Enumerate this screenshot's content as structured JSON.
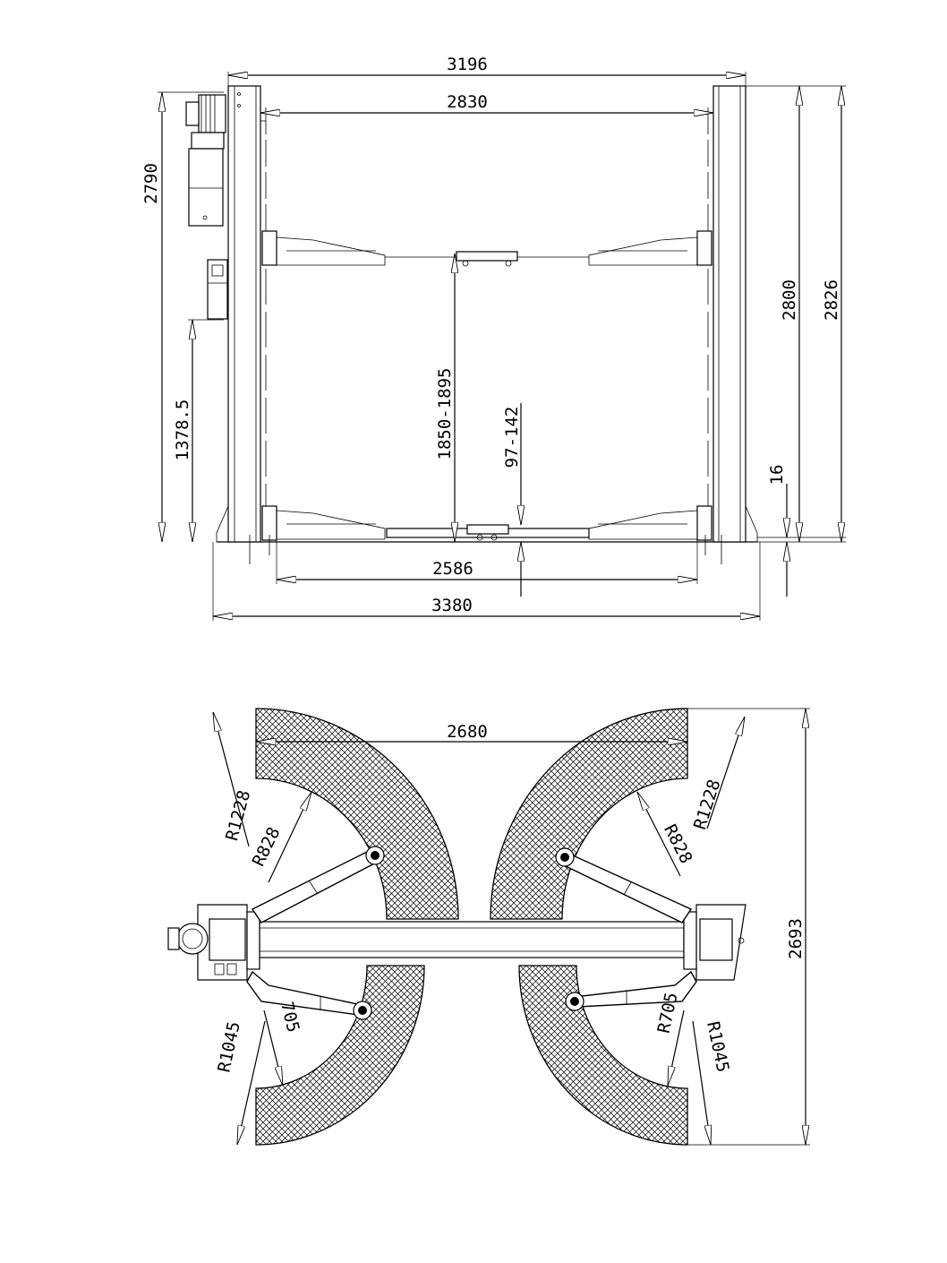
{
  "front_view": {
    "overall_width": "3196",
    "inner_width": "2830",
    "left_height": "2790",
    "controls_height": "1378.5",
    "lift_height": "1850-1895",
    "pad_height": "97-142",
    "post_height": "2800",
    "total_height": "2826",
    "base_plate": "16",
    "drive_through": "2586",
    "base_width": "3380"
  },
  "top_view": {
    "arm_span": "2680",
    "overall_depth": "2693",
    "left_radius_outer_top": "R1228",
    "left_radius_inner_top": "R828",
    "right_radius_outer_top": "R1228",
    "right_radius_inner_top": "R828",
    "left_radius_outer_bottom": "R1045",
    "left_radius_inner_bottom": "705",
    "right_radius_outer_bottom": "R1045",
    "right_radius_inner_bottom": "R705"
  },
  "colors": {
    "line": "#000000",
    "background": "#ffffff"
  }
}
